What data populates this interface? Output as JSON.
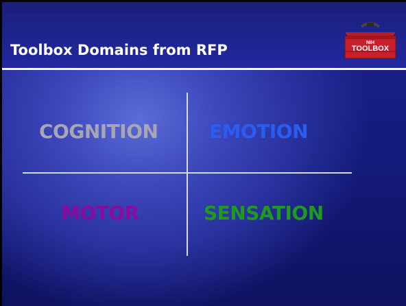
{
  "slide": {
    "title": "Toolbox Domains from RFP",
    "logo": {
      "icon": "toolbox-logo-icon",
      "top_text": "NIH",
      "main_text": "TOOLBOX"
    }
  },
  "domains": {
    "cognition": {
      "label": "COGNITION",
      "color": "#a7a7b4"
    },
    "emotion": {
      "label": "EMOTION",
      "color": "#2a5cf2"
    },
    "motor": {
      "label": "MOTOR",
      "color": "#8a0aa0"
    },
    "sensation": {
      "label": "SENSATION",
      "color": "#1f9a1f"
    }
  },
  "colors": {
    "background": "#2a33a0",
    "title_text": "#ffffff",
    "divider": "#ffffff",
    "logo_red": "#c8202a"
  }
}
